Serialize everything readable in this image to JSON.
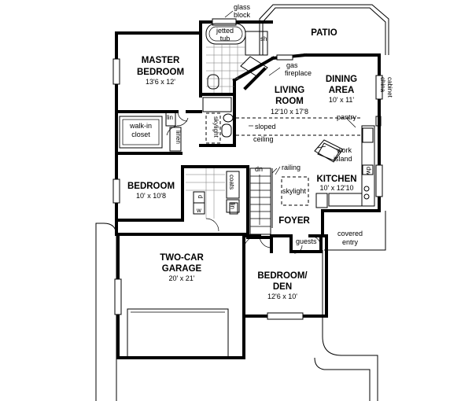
{
  "rooms": {
    "patio": "PATIO",
    "master_1": "MASTER",
    "master_2": "BEDROOM",
    "master_dim": "13'6 x 12'",
    "dining_1": "DINING",
    "dining_2": "AREA",
    "dining_dim": "10' x 11'",
    "living_1": "LIVING",
    "living_2": "ROOM",
    "living_dim": "12'10 x 17'8",
    "bedroom": "BEDROOM",
    "bedroom_dim": "10' x 10'8",
    "kitchen": "KITCHEN",
    "kitchen_dim": "10' x 12'10",
    "foyer": "FOYER",
    "garage_1": "TWO-CAR",
    "garage_2": "GARAGE",
    "garage_dim": "20' x 21'",
    "den_1": "BEDROOM/",
    "den_2": "DEN",
    "den_dim": "12'6 x 10'"
  },
  "notes": {
    "glass_1": "glass",
    "glass_2": "block",
    "jetted_1": "jetted",
    "jetted_2": "tub",
    "sh": "sh",
    "gas_1": "gas",
    "gas_2": "fireplace",
    "china_1": "china",
    "china_2": "cabinet",
    "walkin_1": "walk-in",
    "walkin_2": "closet",
    "lin_top": "lin",
    "lin_side": "linen",
    "skylight_bath": "skylight",
    "sloped_1": "sloped",
    "sloped_2": "ceiling",
    "pantry": "pantry",
    "work_1": "work",
    "work_2": "island",
    "dn": "dn",
    "railing": "railing",
    "skylight": "skylight",
    "coats": "coats",
    "d": "d",
    "w": "w",
    "lin_bottom": "lin",
    "dw": "dw",
    "guests": "guests",
    "covered_1": "covered",
    "covered_2": "entry"
  }
}
